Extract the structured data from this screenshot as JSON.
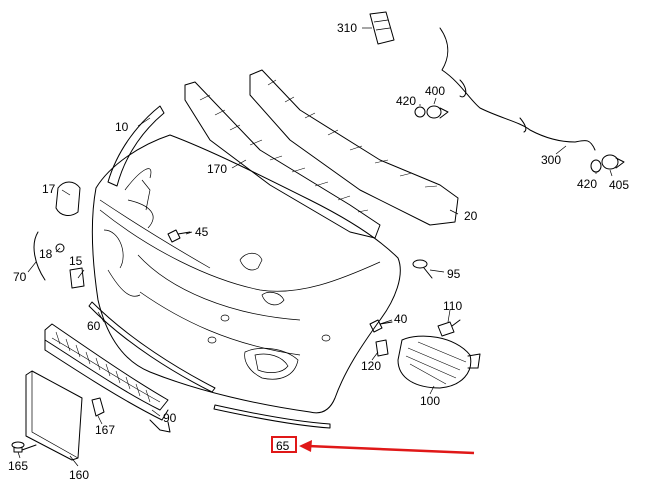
{
  "diagram": {
    "part_labels": [
      "10",
      "17",
      "18",
      "70",
      "15",
      "170",
      "20",
      "45",
      "95",
      "60",
      "40",
      "110",
      "120",
      "100",
      "90",
      "167",
      "165",
      "160",
      "310",
      "420",
      "400",
      "300",
      "420",
      "405",
      "65"
    ],
    "highlighted_part": "65",
    "callout_color": "#e01818"
  }
}
